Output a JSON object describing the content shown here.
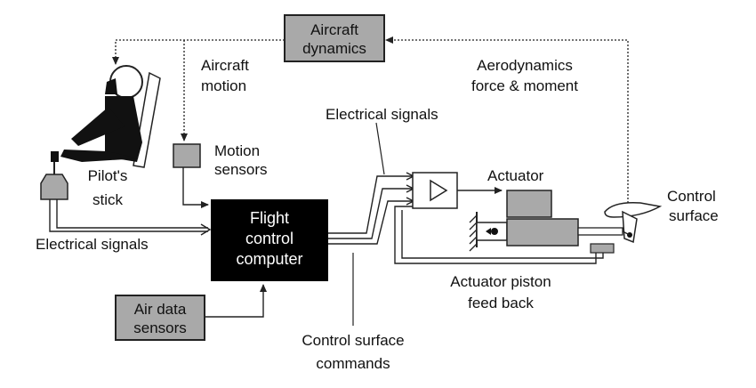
{
  "labels": {
    "aircraft_dynamics": [
      "Aircraft",
      "dynamics"
    ],
    "aircraft_motion": [
      "Aircraft",
      "motion"
    ],
    "aero_force": [
      "Aerodynamics",
      "force & moment"
    ],
    "electrical_signals_top": "Electrical signals",
    "motion_sensors": [
      "Motion",
      "sensors"
    ],
    "pilots_stick": [
      "Pilot's",
      "stick"
    ],
    "actuator": "Actuator",
    "control_surface": [
      "Control",
      "surface"
    ],
    "flight_control_computer": [
      "Flight",
      "control",
      "computer"
    ],
    "electrical_signals_left": "Electrical signals",
    "air_data_sensors": [
      "Air data",
      "sensors"
    ],
    "actuator_feedback": [
      "Actuator piston",
      "feed back"
    ],
    "control_surface_commands": [
      "Control surface",
      "commands"
    ]
  },
  "colors": {
    "box_fill": "#a9a9a9",
    "fcc_fill": "#000000",
    "line": "#222222"
  }
}
